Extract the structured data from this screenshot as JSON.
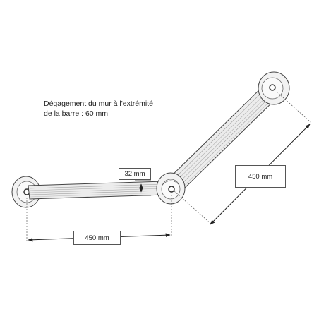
{
  "note": {
    "line1": "Dégagement du mur à l'extrémité",
    "line2": "de la barre : 60 mm"
  },
  "dimensions": {
    "bar_diameter": "32 mm",
    "horizontal_length": "450 mm",
    "diagonal_length": "450 mm"
  },
  "colors": {
    "outline": "#444444",
    "bar_fill": "#ececec",
    "flange_fill": "#f2f2f2"
  }
}
